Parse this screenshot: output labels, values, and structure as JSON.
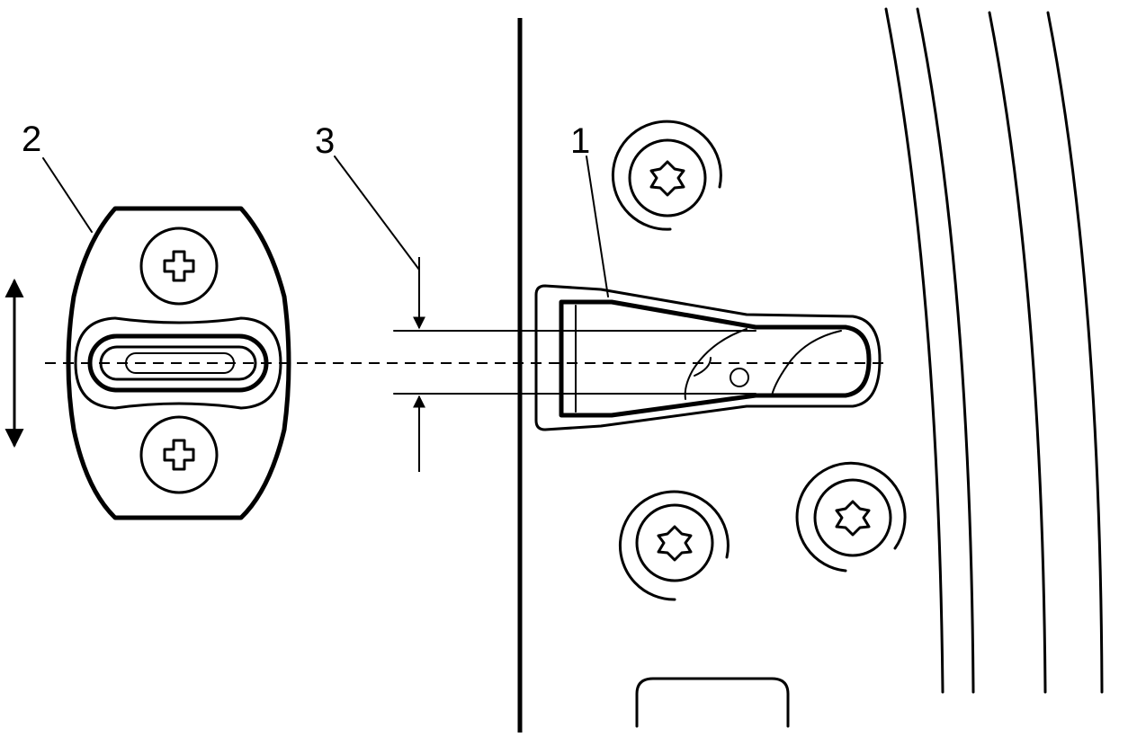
{
  "callouts": {
    "striker": "1",
    "striker_plate": "2",
    "gap_dimension": "3"
  },
  "colors": {
    "line": "#000000",
    "background": "#ffffff"
  },
  "icons": [
    "phillips-screw-icon",
    "torx-screw-icon",
    "double-arrow-icon",
    "dimension-arrow-icon"
  ]
}
